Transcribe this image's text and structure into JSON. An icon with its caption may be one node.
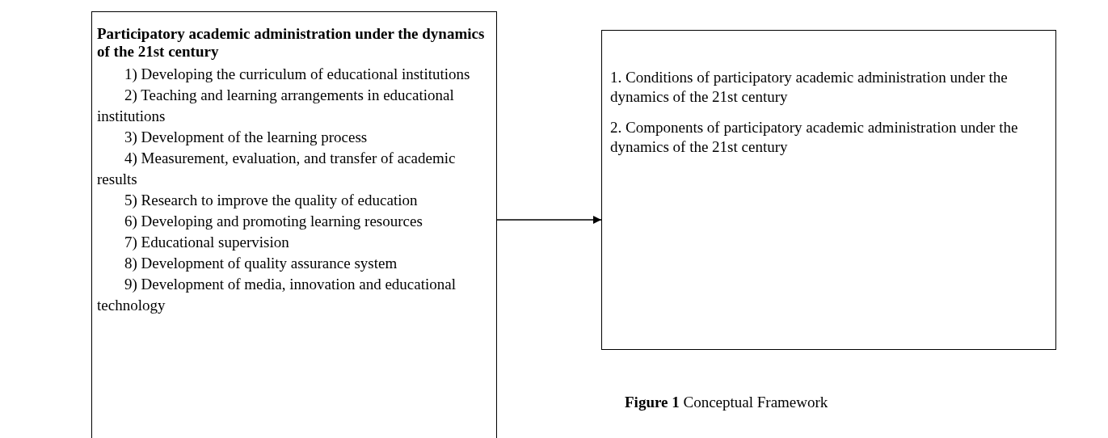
{
  "diagram": {
    "caption": "**Figure 1** Conceptual Framework",
    "nodes": [
      {
        "text": [
          "Participatory academic administration under the dynamics of the 21st century",
          "1) Developing the curriculum of educational institutions",
          "2) Teaching and learning arrangements in educational institutions",
          "3) Development of the learning process",
          "4) Measurement, evaluation, and transfer of academic results",
          "5) Research to improve the quality of education",
          "6) Developing and promoting learning resources",
          "7) Educational supervision",
          "8) Development of quality assurance system",
          "9) Development of media, innovation and educational technology"
        ]
      },
      {
        "text": [
          "1. Conditions of participatory academic administration under the dynamics of the 21st century",
          "2. Components of participatory academic administration under the dynamics of the 21st century"
        ]
      }
    ],
    "edges": [
      {
        "from": 0,
        "to": 1,
        "arrow": "to"
      }
    ]
  }
}
